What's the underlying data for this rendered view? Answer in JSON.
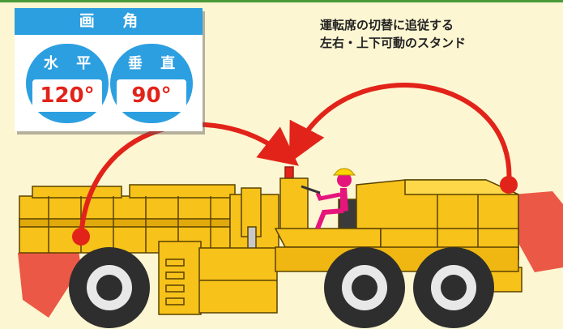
{
  "panel": {
    "title": "画 角",
    "horizontal": {
      "label": "水 平",
      "value": "120°"
    },
    "vertical": {
      "label": "垂 直",
      "value": "90°"
    }
  },
  "caption": {
    "line1": "運転席の切替に追従する",
    "line2": "左右・上下可動のスタンド"
  },
  "colors": {
    "background": "#fdf6d2",
    "machine_yellow": "#f7c21a",
    "machine_outline": "#5a4300",
    "arrow_red": "#e2231a",
    "panel_blue": "#2c9fe0",
    "field_of_view_red": "#ea4a3a",
    "operator_magenta": "#e5157c",
    "tire_dark": "#2e2e2e"
  }
}
